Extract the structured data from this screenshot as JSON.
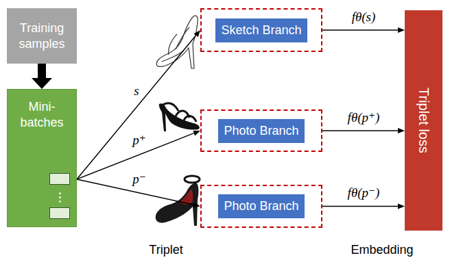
{
  "diagram": {
    "nodes": [
      {
        "text": [
          "Training samples"
        ]
      },
      {
        "text": [
          "Mini- batches"
        ]
      },
      {
        "text": [
          "Sketch Branch"
        ]
      },
      {
        "text": [
          "Photo Branch"
        ]
      },
      {
        "text": [
          "Photo Branch"
        ]
      },
      {
        "text": [
          "Triplet loss"
        ]
      }
    ],
    "edges": [
      {
        "from": 0,
        "to": 1,
        "arrow": "to"
      },
      {
        "from": 1,
        "to": 2,
        "arrow": "to",
        "label": "s"
      },
      {
        "from": 1,
        "to": 3,
        "arrow": "to",
        "label": "p⁺"
      },
      {
        "from": 1,
        "to": 4,
        "arrow": "to",
        "label": "p⁻"
      },
      {
        "from": 2,
        "to": 5,
        "arrow": "to",
        "label": "fθ(s)"
      },
      {
        "from": 3,
        "to": 5,
        "arrow": "to",
        "label": "fθ(p⁺)"
      },
      {
        "from": 4,
        "to": 5,
        "arrow": "to",
        "label": "fθ(p⁻)"
      }
    ],
    "labels": [
      "Triplet",
      "Embedding"
    ]
  }
}
